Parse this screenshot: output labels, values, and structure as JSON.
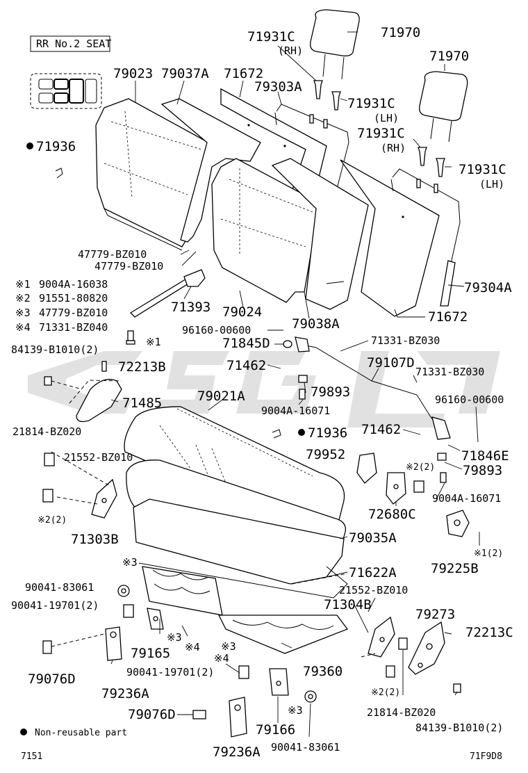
{
  "header": {
    "title": "RR No.2 SEAT"
  },
  "footer": {
    "left_code": "7151",
    "right_code": "71F9D8"
  },
  "legend": {
    "non_reusable": "Non-reusable part",
    "notes": [
      {
        "mark": "※1",
        "part": "9004A-16038"
      },
      {
        "mark": "※2",
        "part": "91551-80820"
      },
      {
        "mark": "※3",
        "part": "47779-BZ010"
      },
      {
        "mark": "※4",
        "part": "71331-BZ040"
      }
    ]
  },
  "labels": {
    "p71931C_rh_top": "71931C",
    "rh1": "(RH)",
    "p71970_a": "71970",
    "p71970_b": "71970",
    "p79023": "79023",
    "p79037A": "79037A",
    "p71672_top": "71672",
    "p79303A": "79303A",
    "p71931C_lh1": "71931C",
    "lh1": "(LH)",
    "p71931C_rh2": "71931C",
    "rh2": "(RH)",
    "p71931C_lh2": "71931C",
    "lh2": "(LH)",
    "p71936_a": "71936",
    "p47779_a": "47779-BZ010",
    "p47779_b": "47779-BZ010",
    "p79304A": "79304A",
    "p71393": "71393",
    "p79024": "79024",
    "p79038A": "79038A",
    "p71672_b": "71672",
    "p96160_a": "96160-00600",
    "p84139_a": "84139-B1010(2)",
    "mark_x1_a": "※1",
    "p71845D": "71845D",
    "p71331_BZ030_a": "71331-BZ030",
    "p72213B": "72213B",
    "p71462_a": "71462",
    "p79107D": "79107D",
    "p79893_a": "79893",
    "p71331_BZ030_b": "71331-BZ030",
    "p9004A_16071_a": "9004A-16071",
    "p71485": "71485",
    "p79021A": "79021A",
    "p96160_b": "96160-00600",
    "p21814_a": "21814-BZ020",
    "p71936_b": "71936",
    "p71462_b": "71462",
    "p21552_a": "21552-BZ010",
    "p79952": "79952",
    "p71846E": "71846E",
    "mark_x2_a": "※2(2)",
    "p79893_b": "79893",
    "p9004A_16071_b": "9004A-16071",
    "mark_x2_b": "※2(2)",
    "p72680C": "72680C",
    "p71303B": "71303B",
    "p79035A": "79035A",
    "mark_x1_b": "※1(2)",
    "p79225B": "79225B",
    "mark_x3_a": "※3",
    "p90041_83061_a": "90041-83061",
    "p71622A": "71622A",
    "p90041_19701_a": "90041-19701(2)",
    "p21552_b": "21552-BZ010",
    "p71304B": "71304B",
    "p79273": "79273",
    "mark_x3_b": "※3",
    "p72213C": "72213C",
    "mark_x4_a": "※4",
    "p79165": "79165",
    "mark_x3_c": "※3",
    "mark_x4_b": "※4",
    "p79076D_a": "79076D",
    "p90041_19701_b": "90041-19701(2)",
    "p79360": "79360",
    "p79236A_a": "79236A",
    "mark_x2_c": "※2(2)",
    "p21814_b": "21814-BZ020",
    "p79076D_b": "79076D",
    "mark_x3_d": "※3",
    "p84139_b": "84139-B1010(2)",
    "p79166": "79166",
    "p79236A_b": "79236A",
    "p90041_83061_b": "90041-83061"
  }
}
